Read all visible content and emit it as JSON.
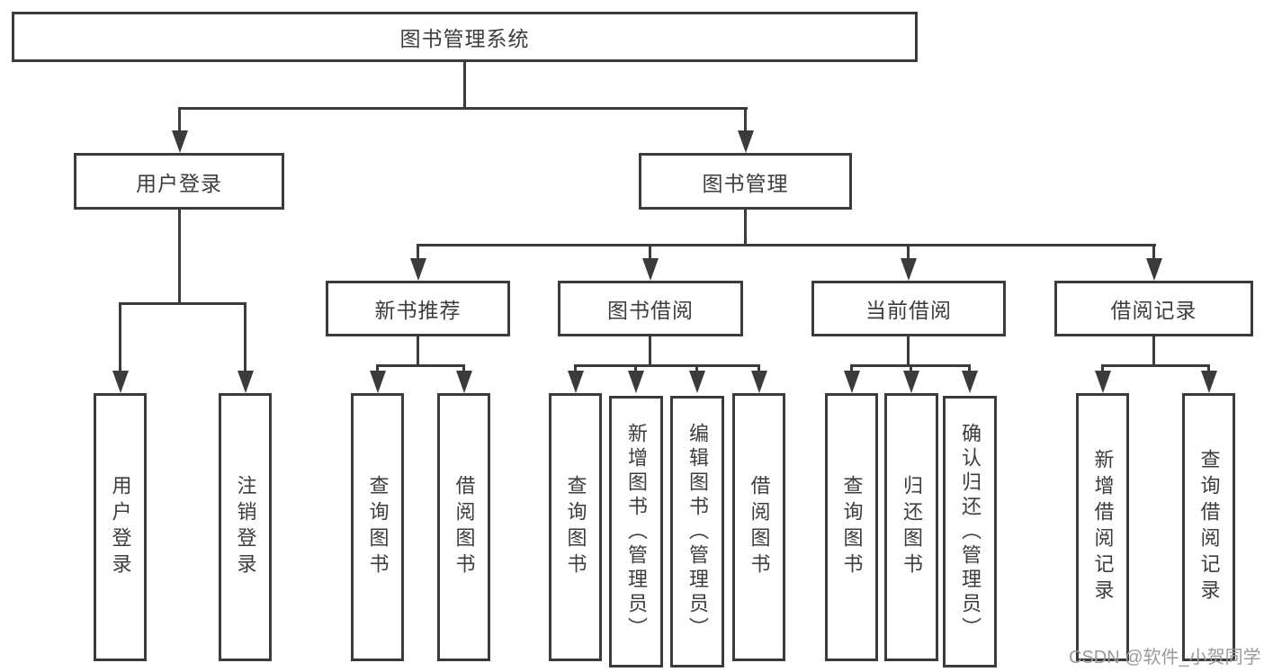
{
  "tree": {
    "root": "图书管理系统",
    "user_login": {
      "label": "用户登录",
      "leaves": [
        "用户登录",
        "注销登录"
      ]
    },
    "book_mgmt": {
      "label": "图书管理",
      "groups": [
        {
          "label": "新书推荐",
          "leaves": [
            "查询图书",
            "借阅图书"
          ]
        },
        {
          "label": "图书借阅",
          "leaves": [
            "查询图书",
            "新增图书（管理员）",
            "编辑图书（管理员）",
            "借阅图书"
          ]
        },
        {
          "label": "当前借阅",
          "leaves": [
            "查询图书",
            "归还图书",
            "确认归还（管理员）"
          ]
        },
        {
          "label": "借阅记录",
          "leaves": [
            "新增借阅记录",
            "查询借阅记录"
          ]
        }
      ]
    },
    "watermark": "CSDN @软件_小贺同学"
  },
  "colors": {
    "line": "#3b3b3b",
    "text": "#3d3d3d",
    "watermark": "#9a9a9a",
    "background": "#ffffff"
  }
}
